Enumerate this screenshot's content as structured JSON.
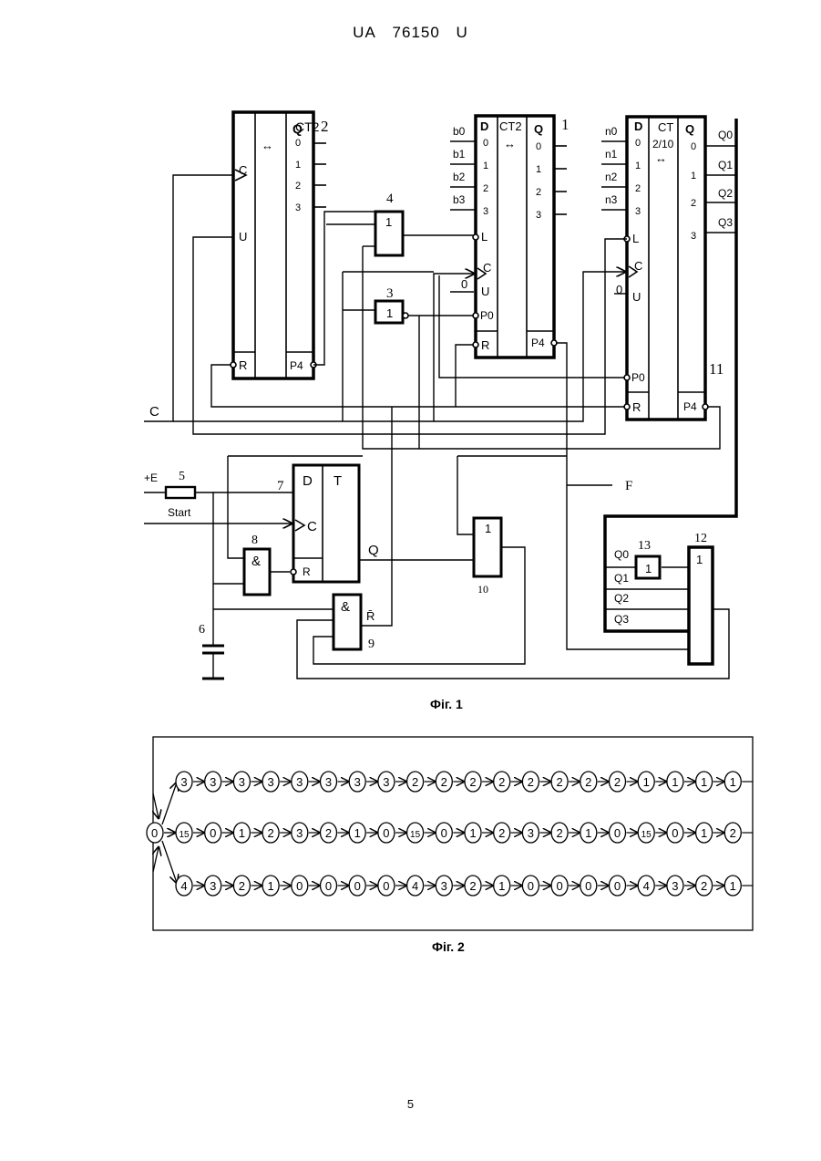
{
  "header": {
    "country": "UA",
    "number": "76150",
    "kind": "U"
  },
  "fig1": {
    "caption": "Фіг. 1",
    "counter2": {
      "num": "2",
      "type": "CT2",
      "dir": "↔",
      "q": "Q",
      "pins_left": [
        "C",
        "U",
        "R"
      ],
      "outs": [
        "0",
        "1",
        "2",
        "3"
      ],
      "carry": "P4"
    },
    "counter1": {
      "num": "1",
      "type": "CT2",
      "dir": "↔",
      "q": "Q",
      "d": "D",
      "inputs": [
        "b0",
        "b1",
        "b2",
        "b3"
      ],
      "data_idx": [
        "0",
        "1",
        "2",
        "3"
      ],
      "pins_left": [
        "L",
        "C",
        "U",
        "P0",
        "R"
      ],
      "u_val": "0",
      "outs": [
        "0",
        "1",
        "2",
        "3"
      ],
      "carry": "P4"
    },
    "counter11": {
      "num": "11",
      "type": "CT",
      "type2": "2/10",
      "dir": "↔",
      "q": "Q",
      "d": "D",
      "inputs": [
        "n0",
        "n1",
        "n2",
        "n3"
      ],
      "data_idx": [
        "0",
        "1",
        "2",
        "3"
      ],
      "pins_left": [
        "L",
        "C",
        "U",
        "P0",
        "R"
      ],
      "u_val": "0",
      "outs": [
        "0",
        "1",
        "2",
        "3"
      ],
      "out_labels": [
        "Q0",
        "Q1",
        "Q2",
        "Q3"
      ],
      "carry": "P4"
    },
    "gate4": {
      "num": "4",
      "sym": "1"
    },
    "gate3": {
      "num": "3",
      "sym": "1"
    },
    "trigger7": {
      "num": "7",
      "d": "D",
      "c": "C",
      "r": "R",
      "t": "T",
      "q": "Q"
    },
    "and8": {
      "num": "8",
      "sym": "&"
    },
    "and9": {
      "num": "9",
      "sym": "&",
      "rbar": "R̄"
    },
    "or10": {
      "num": "10",
      "sym": "1"
    },
    "gate13": {
      "num": "13",
      "sym": "1"
    },
    "or12": {
      "num": "12",
      "sym": "1",
      "in_labels": [
        "Q0",
        "Q1",
        "Q2",
        "Q3"
      ]
    },
    "resistor5": {
      "num": "5",
      "supply": "+E",
      "start": "Start"
    },
    "cap6": {
      "num": "6"
    },
    "clock": "C",
    "output_f": "F"
  },
  "fig2": {
    "caption": "Фіг. 2",
    "start_node": "0",
    "rows": [
      [
        "3",
        "3",
        "3",
        "3",
        "3",
        "3",
        "3",
        "3",
        "2",
        "2",
        "2",
        "2",
        "2",
        "2",
        "2",
        "2",
        "1",
        "1",
        "1",
        "1"
      ],
      [
        "15",
        "0",
        "1",
        "2",
        "3",
        "2",
        "1",
        "0",
        "15",
        "0",
        "1",
        "2",
        "3",
        "2",
        "1",
        "0",
        "15",
        "0",
        "1",
        "2"
      ],
      [
        "4",
        "3",
        "2",
        "1",
        "0",
        "0",
        "0",
        "0",
        "4",
        "3",
        "2",
        "1",
        "0",
        "0",
        "0",
        "0",
        "4",
        "3",
        "2",
        "1"
      ]
    ]
  },
  "page_number": "5"
}
